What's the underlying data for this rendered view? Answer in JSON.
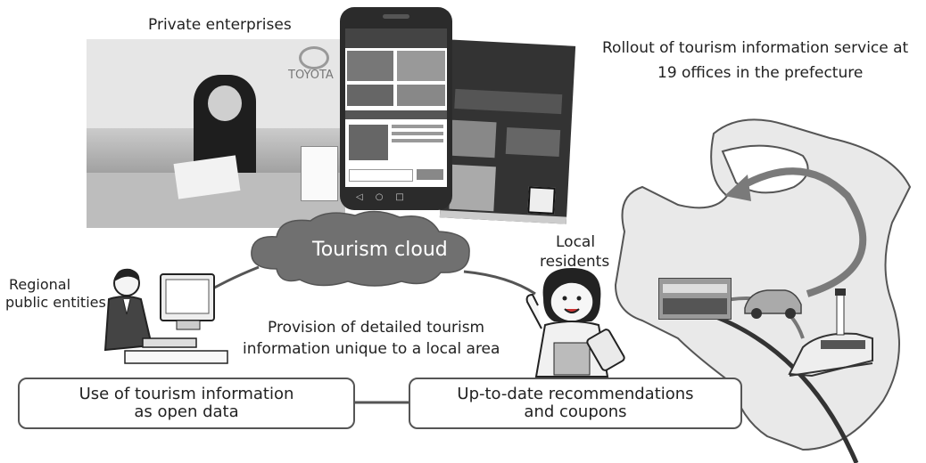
{
  "labels": {
    "private_enterprises": "Private enterprises",
    "rollout_line1": "Rollout of tourism information service at",
    "rollout_line2": "19 offices in the prefecture",
    "tourism_cloud": "Tourism cloud",
    "local_residents_line1": "Local",
    "local_residents_line2": "residents",
    "regional_line1": "Regional",
    "regional_line2": "public entities",
    "provision_line1": "Provision of detailed tourism",
    "provision_line2": "information unique to a local area",
    "photo_sign": "TOYOTA"
  },
  "boxes": {
    "open_data_line1": "Use of tourism information",
    "open_data_line2": "as open data",
    "recommend_line1": "Up-to-date recommendations",
    "recommend_line2": "and coupons"
  },
  "colors": {
    "cloud": "#707070",
    "map_fill": "#e8e8e8",
    "arrow": "#7a7a7a",
    "border": "#555555"
  }
}
